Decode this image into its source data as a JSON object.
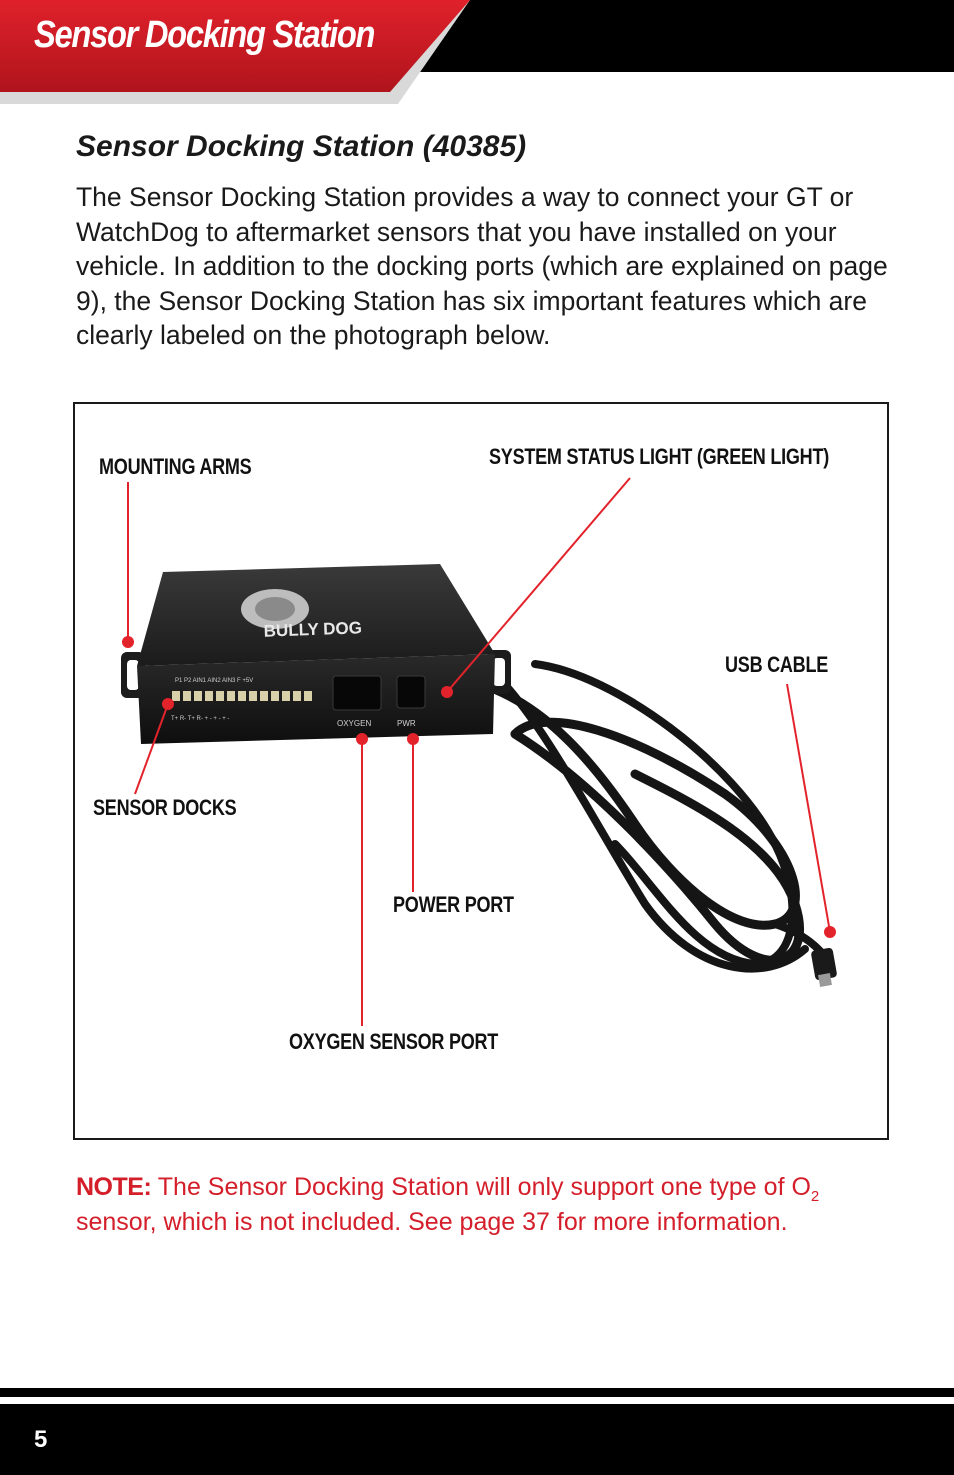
{
  "header": {
    "title": "Sensor Docking Station"
  },
  "section": {
    "heading": "Sensor Docking Station (40385)",
    "intro": "The Sensor Docking Station provides a way to connect your GT or WatchDog to aftermarket sensors that you have installed on your vehicle. In addition to the docking ports (which are explained on page 9), the Sensor Docking Station has six important features which are clearly labeled on the photograph below."
  },
  "figure": {
    "callouts": {
      "mounting_arms": "MOUNTING ARMS",
      "system_status_light": "SYSTEM STATUS LIGHT (GREEN LIGHT)",
      "usb_cable": "USB CABLE",
      "sensor_docks": "SENSOR DOCKS",
      "power_port": "POWER PORT",
      "oxygen_sensor_port": "OXYGEN SENSOR PORT"
    },
    "device": {
      "brand": "BULLY DOG",
      "pin_labels_top": "P1  P2  AIN1 AIN2 AIN3  F  +5V",
      "pin_labels_bottom": "T+ R-  T+ R-  +  -  +  -  +  -",
      "port_oxygen": "OXYGEN",
      "port_power": "PWR"
    }
  },
  "note": {
    "label": "NOTE:",
    "text_before": " The Sensor Docking Station will only support one type of O",
    "subscript": "2",
    "text_after": " sensor, which is not included. See page 37 for more information."
  },
  "footer": {
    "page_number": "5"
  },
  "colors": {
    "accent_red": "#d41f2b",
    "header_black": "#000000",
    "callout_red": "#e3232b"
  }
}
